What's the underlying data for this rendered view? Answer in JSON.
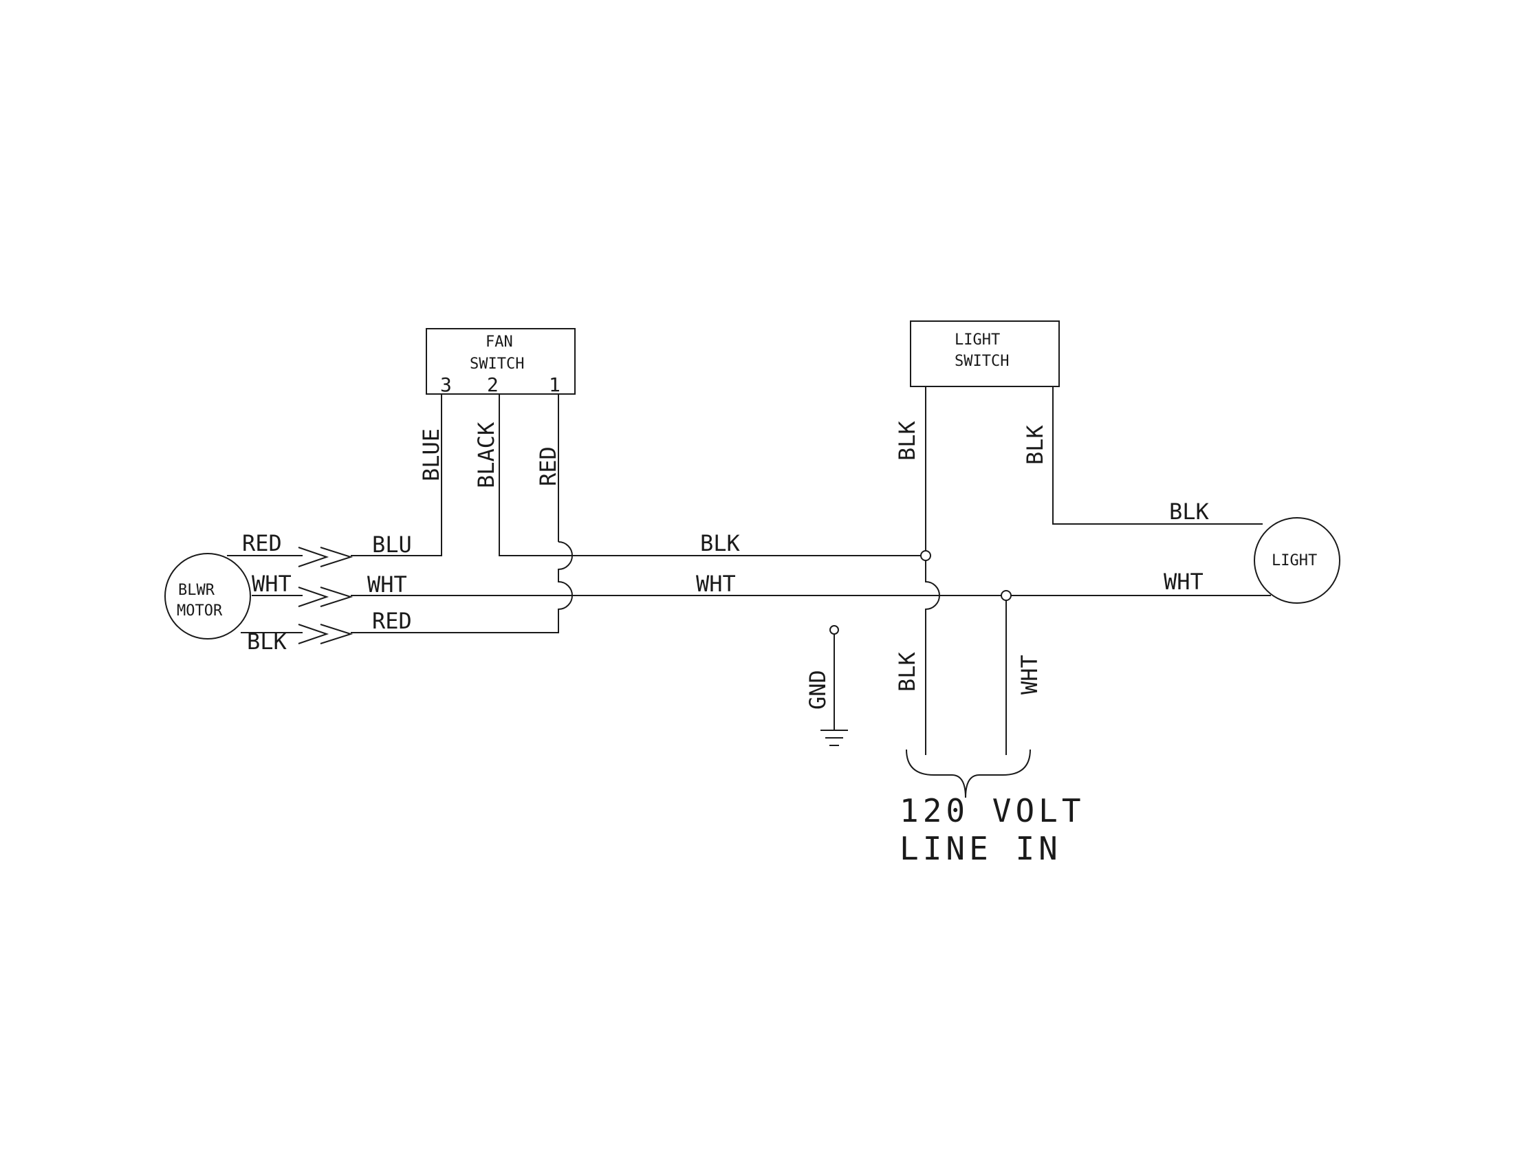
{
  "components": {
    "fan_switch": {
      "line1": "FAN",
      "line2": "SWITCH",
      "pins": [
        "3",
        "2",
        "1"
      ]
    },
    "light_switch": {
      "line1": "LIGHT",
      "line2": "SWITCH"
    },
    "blower_motor": {
      "line1": "BLWR",
      "line2": "MOTOR"
    },
    "light": {
      "label": "LIGHT"
    },
    "ground": {
      "label": "GND"
    }
  },
  "wire_labels": {
    "fan_pin3": "BLUE",
    "fan_pin2": "BLACK",
    "fan_pin1": "RED",
    "motor_red": "RED",
    "motor_wht": "WHT",
    "motor_blk": "BLK",
    "conn_blu": "BLU",
    "conn_wht": "WHT",
    "conn_red": "RED",
    "main_blk": "BLK",
    "main_wht": "WHT",
    "light_sw_left": "BLK",
    "light_sw_right": "BLK",
    "light_blk": "BLK",
    "light_wht": "WHT",
    "line_blk": "BLK",
    "line_wht": "WHT"
  },
  "line_in": {
    "line1": "120 VOLT",
    "line2": "LINE IN"
  }
}
